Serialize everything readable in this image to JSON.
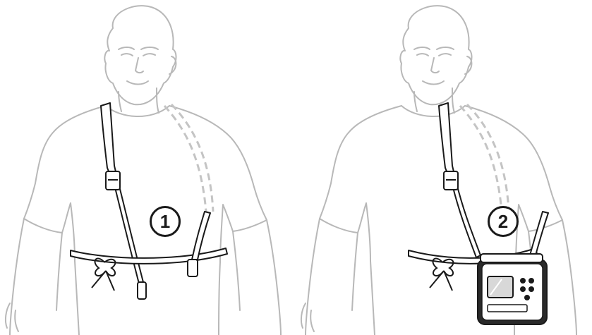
{
  "steps": [
    {
      "number": "1"
    },
    {
      "number": "2"
    }
  ],
  "colors": {
    "figure_outline": "#b8b8b8",
    "strap_outline": "#1a1a1a",
    "strap_fill": "#ffffff",
    "dashed_strap": "#c4c4c4",
    "device_body": "#2a2a2a",
    "device_screen": "#d8d8d8"
  },
  "icons": [
    "person-figure",
    "shoulder-strap",
    "waist-belt-bow",
    "strap-buckle",
    "portable-monitor-device"
  ]
}
